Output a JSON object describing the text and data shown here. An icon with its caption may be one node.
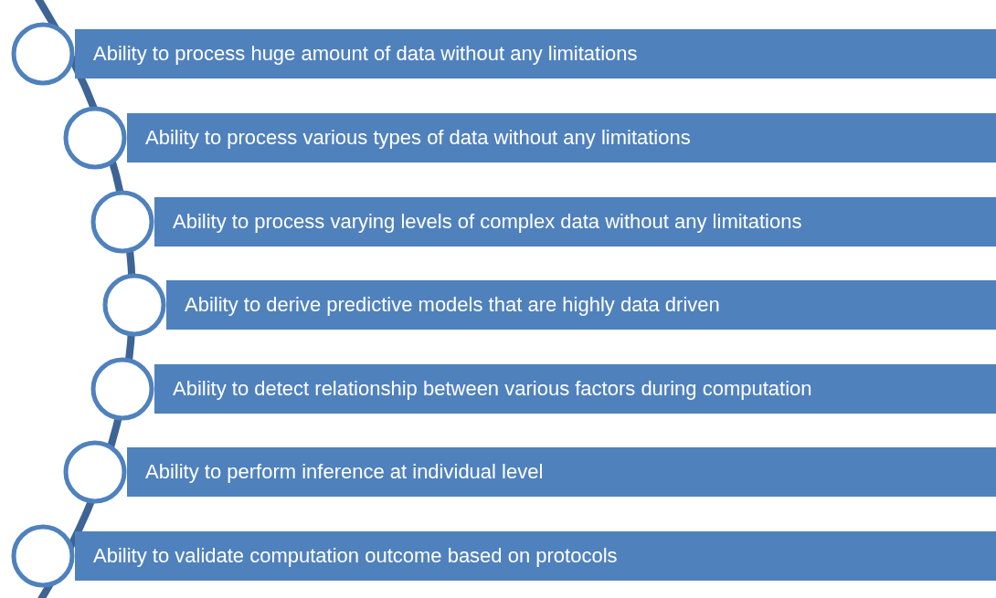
{
  "diagram": {
    "nodes": [
      {
        "text": [
          "Ability to process huge amount of data without any limitations"
        ]
      },
      {
        "text": [
          "Ability to process various types of data without any limitations"
        ]
      },
      {
        "text": [
          "Ability to process varying levels of complex data without any limitations"
        ]
      },
      {
        "text": [
          "Ability to derive predictive models that are highly data driven"
        ]
      },
      {
        "text": [
          "Ability to detect relationship between various factors during computation"
        ]
      },
      {
        "text": [
          "Ability to perform inference at individual level"
        ]
      },
      {
        "text": [
          "Ability to validate computation outcome based on protocols"
        ]
      }
    ]
  }
}
